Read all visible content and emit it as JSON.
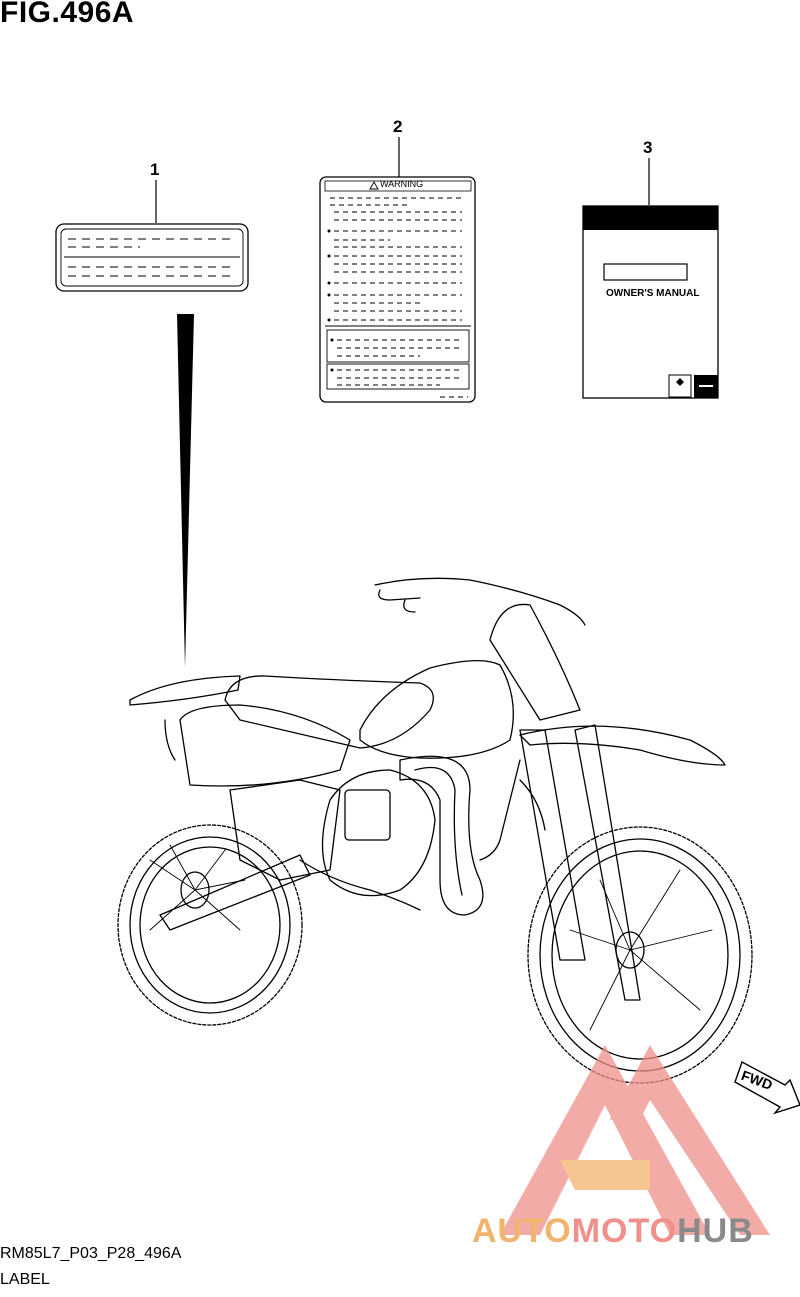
{
  "figure": {
    "title": "FIG.496A",
    "code": "RM85L7_P03_P28_496A",
    "name": "LABEL"
  },
  "callouts": [
    "1",
    "2",
    "3"
  ],
  "labels": {
    "warning": "WARNING",
    "manual": "OWNER'S MANUAL",
    "fwd": "FWD"
  },
  "watermark": {
    "part1": "AUTO",
    "part2": "MOTO",
    "part3": "HUB"
  },
  "colors": {
    "watermark_orange": "#f2b36d",
    "watermark_red": "#f0908a",
    "watermark_grey": "#8a8a8a"
  }
}
